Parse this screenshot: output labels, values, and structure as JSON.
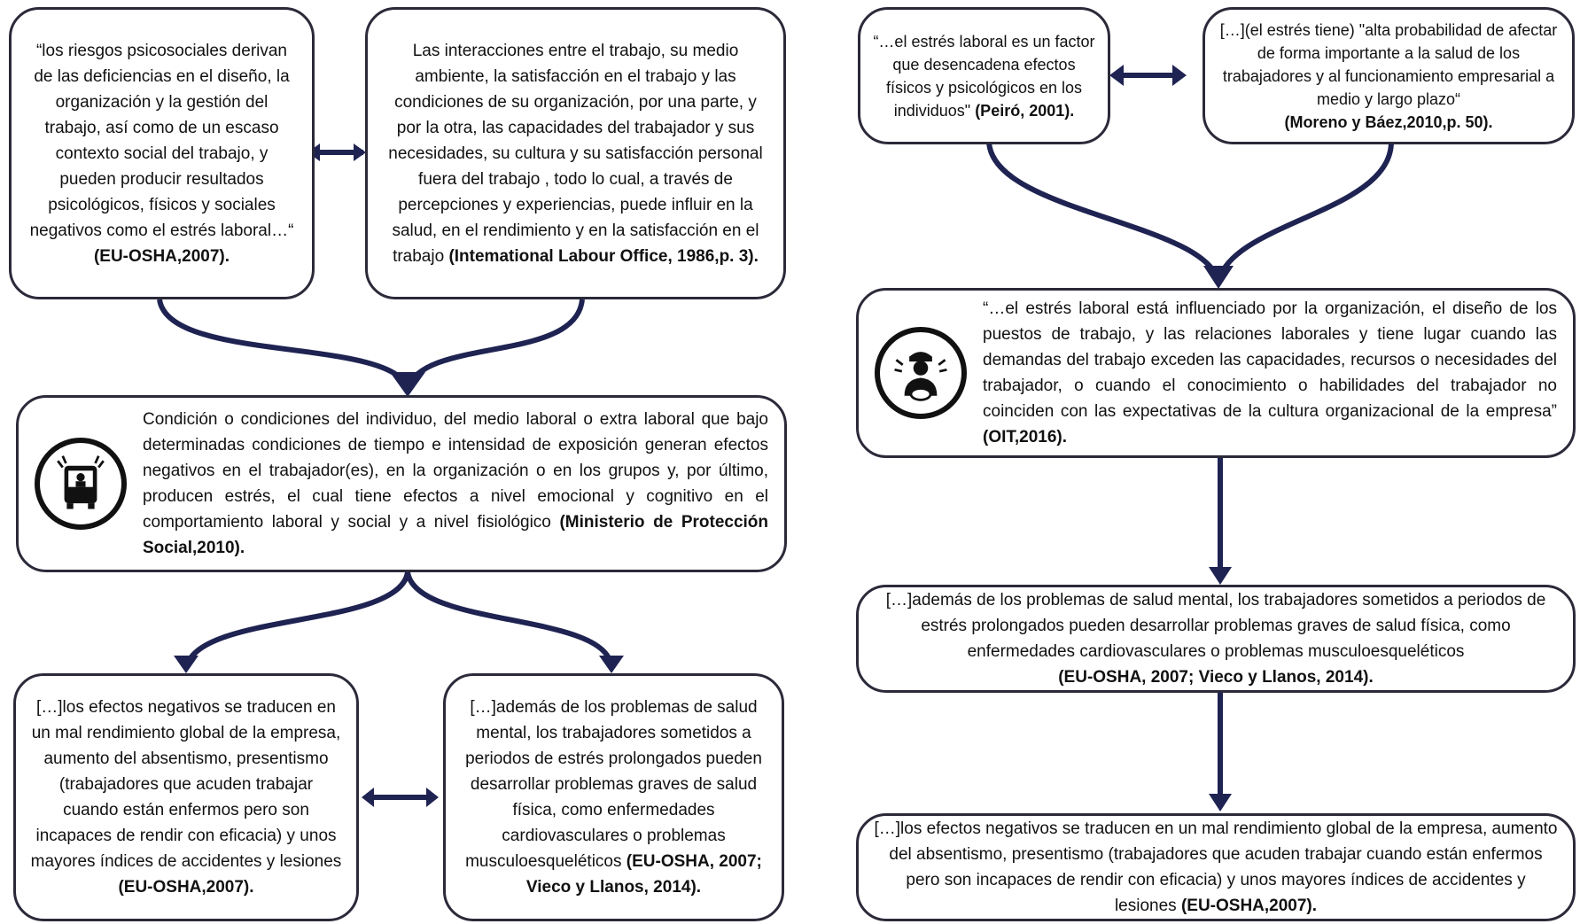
{
  "colors": {
    "stroke": "#1f2352",
    "border": "#2a2a3a",
    "text": "#111111"
  },
  "left": {
    "box1": {
      "quote": "“los riesgos psicosociales derivan de las deficiencias en el diseño, la organización y la gestión del trabajo, así como de un escaso contexto social del trabajo, y pueden producir resultados psicológicos, físicos y sociales negativos como el estrés  laboral…“",
      "cite": "(EU-OSHA,2007)."
    },
    "box2": {
      "quote": "Las interacciones entre el trabajo, su medio ambiente, la satisfacción en el trabajo y las condiciones de su organización, por una parte, y por la otra, las capacidades del trabajador y sus necesidades, su cultura y su satisfacción personal fuera del trabajo , todo lo cual, a través de percepciones y experiencias, puede influir en la salud, en el rendimiento y en la satisfacción en el trabajo",
      "cite": "(Intemational Labour Office, 1986,p. 3)."
    },
    "box3": {
      "icon": "bus-driver-stress-icon",
      "quote": "Condición o condiciones del individuo, del medio laboral o extra laboral que bajo determinadas condiciones de tiempo e intensidad de exposición generan efectos negativos en el trabajador(es), en la organización o en los grupos y, por último, producen estrés, el cual tiene efectos a nivel emocional y cognitivo en el comportamiento laboral y social y a nivel fisiológico",
      "cite": "(Ministerio de Protección Social,2010)."
    },
    "box4": {
      "quote": "[…]los efectos negativos se traducen  en un mal rendimiento global de la empresa, aumento del absentismo, presentismo (trabajadores que acuden trabajar cuando están enfermos pero son incapaces de rendir con eficacia) y unos mayores índices de accidentes y lesiones",
      "cite": "(EU-OSHA,2007)."
    },
    "box5": {
      "quote": "[…]además de los problemas de salud mental, los trabajadores sometidos a periodos de estrés prolongados pueden desarrollar problemas graves de salud física, como enfermedades cardiovasculares o problemas musculoesqueléticos",
      "cite": "(EU-OSHA, 2007; Vieco y Llanos,  2014)."
    }
  },
  "right": {
    "box1": {
      "quote": "“…el estrés laboral es un factor que desencadena efectos físicos y psicológicos en  los individuos\" ",
      "cite": "(Peiró, 2001)."
    },
    "box2": {
      "quote": "[…](el estrés tiene) \"alta probabilidad de afectar de forma importante a la salud de los trabajadores y al funcionamiento empresarial a medio y largo plazo“",
      "cite": "(Moreno y Báez,2010,p. 50)."
    },
    "box3": {
      "icon": "driver-stress-icon",
      "quote": "“…el estrés laboral está influenciado por la organización, el diseño de los puestos de trabajo, y las relaciones laborales y tiene lugar cuando las demandas del trabajo exceden las capacidades, recursos o necesidades del trabajador, o cuando el conocimiento o habilidades del trabajador no coinciden con las expectativas de la cultura organizacional de la empresa” ",
      "cite": "(OIT,2016)."
    },
    "box4": {
      "quote": "[…]además de los problemas de salud mental, los trabajadores sometidos a periodos de estrés prolongados pueden desarrollar problemas graves de salud física, como enfermedades cardiovasculares o problemas musculoesqueléticos",
      "cite": "(EU-OSHA, 2007; Vieco y Llanos, 2014)."
    },
    "box5": {
      "quote": "[…]los efectos negativos se traducen  en un mal rendimiento global de la empresa, aumento del absentismo, presentismo (trabajadores que acuden trabajar cuando están enfermos pero son incapaces de rendir con eficacia) y unos mayores índices de accidentes y lesiones",
      "cite": "(EU-OSHA,2007)."
    }
  }
}
